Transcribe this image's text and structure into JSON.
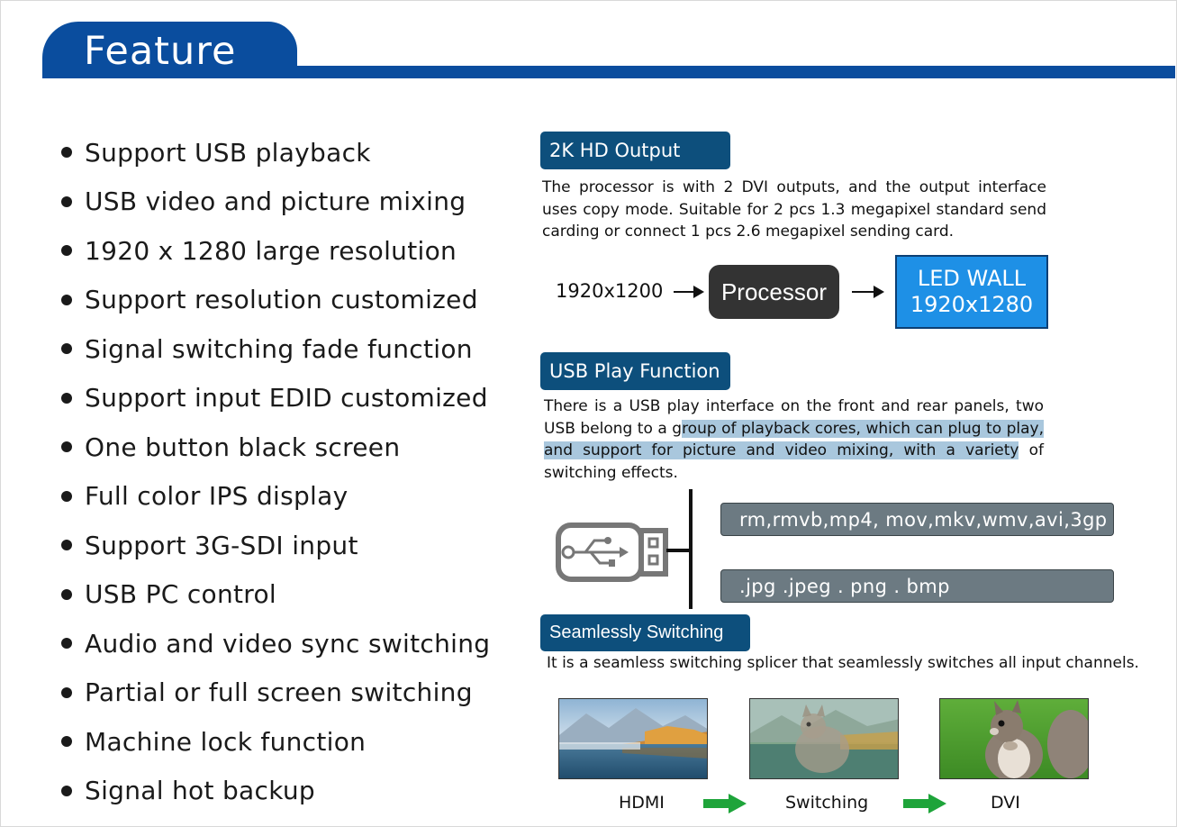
{
  "header": {
    "title": "Feature",
    "color": "#0a4d9e"
  },
  "features": [
    "Support USB playback",
    "USB  video and picture mixing",
    "1920 x 1280 large resolution",
    "Support resolution customized",
    "Signal switching fade function",
    "Support input EDID customized",
    "One button black screen",
    "Full color IPS display",
    "Support 3G-SDI input",
    "USB PC control",
    "Audio and video sync switching",
    "Partial or full screen switching",
    "Machine lock function",
    "Signal hot backup"
  ],
  "hd_output": {
    "title": "2K HD Output",
    "description": "The processor is with 2 DVI outputs, and the output interface uses copy mode. Suitable for 2 pcs 1.3 megapixel standard send carding or connect 1 pcs 2.6 megapixel sending card.",
    "diagram": {
      "input": "1920x1200",
      "processor": "Processor",
      "output_line1": "LED WALL",
      "output_line2": "1920x1280"
    }
  },
  "usb_play": {
    "title": "USB Play Function",
    "description_plain": "There is  a USB play interface on the front and rear panels, two USB belong to a g",
    "description_highlight": "roup of playback cores,  which can plug to play, and support for picture and video mixing, with a variety",
    "description_tail": " of switching effects.",
    "video_formats": "rm,rmvb,mp4, mov,mkv,wmv,avi,3gp",
    "image_formats": ".jpg   .jpeg   . png . bmp",
    "icon": "usb-stick-icon"
  },
  "seamless": {
    "title": "Seamlessly Switching",
    "description": "It is a seamless switching splicer that seamlessly switches all input channels.",
    "steps": [
      "HDMI",
      "Switching",
      "DVI"
    ],
    "arrow_color": "#1ea43a"
  }
}
